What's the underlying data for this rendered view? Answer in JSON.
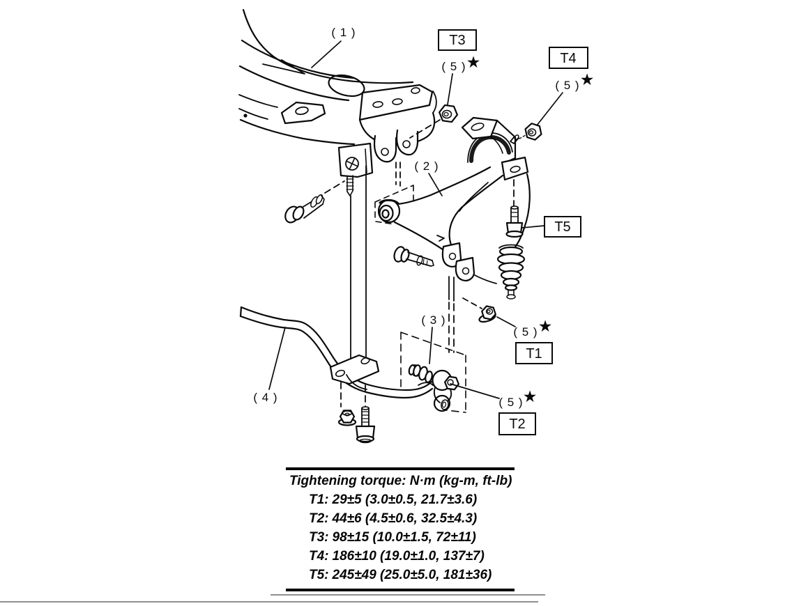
{
  "figure": {
    "description": "Exploded parts diagram of front suspension crossmember, transverse link and stabilizer with tightening torque references"
  },
  "callouts": {
    "part1": "( 1 )",
    "part2": "( 2 )",
    "part3": "( 3 )",
    "part4": "( 4 )",
    "part5": "( 5 )"
  },
  "torque_tags": {
    "t1": "T1",
    "t2": "T2",
    "t3": "T3",
    "t4": "T4",
    "t5": "T5"
  },
  "star_marker": "★",
  "torque_table": {
    "title": "Tightening torque: N·m (kg-m, ft-lb)",
    "rows": [
      {
        "tag": "T1:",
        "value": "29±5 (3.0±0.5, 21.7±3.6)"
      },
      {
        "tag": "T2:",
        "value": "44±6 (4.5±0.6, 32.5±4.3)"
      },
      {
        "tag": "T3:",
        "value": "98±15 (10.0±1.5, 72±11)"
      },
      {
        "tag": "T4:",
        "value": "186±10 (19.0±1.0, 137±7)"
      },
      {
        "tag": "T5:",
        "value": "245±49 (25.0±5.0, 181±36)"
      }
    ]
  }
}
